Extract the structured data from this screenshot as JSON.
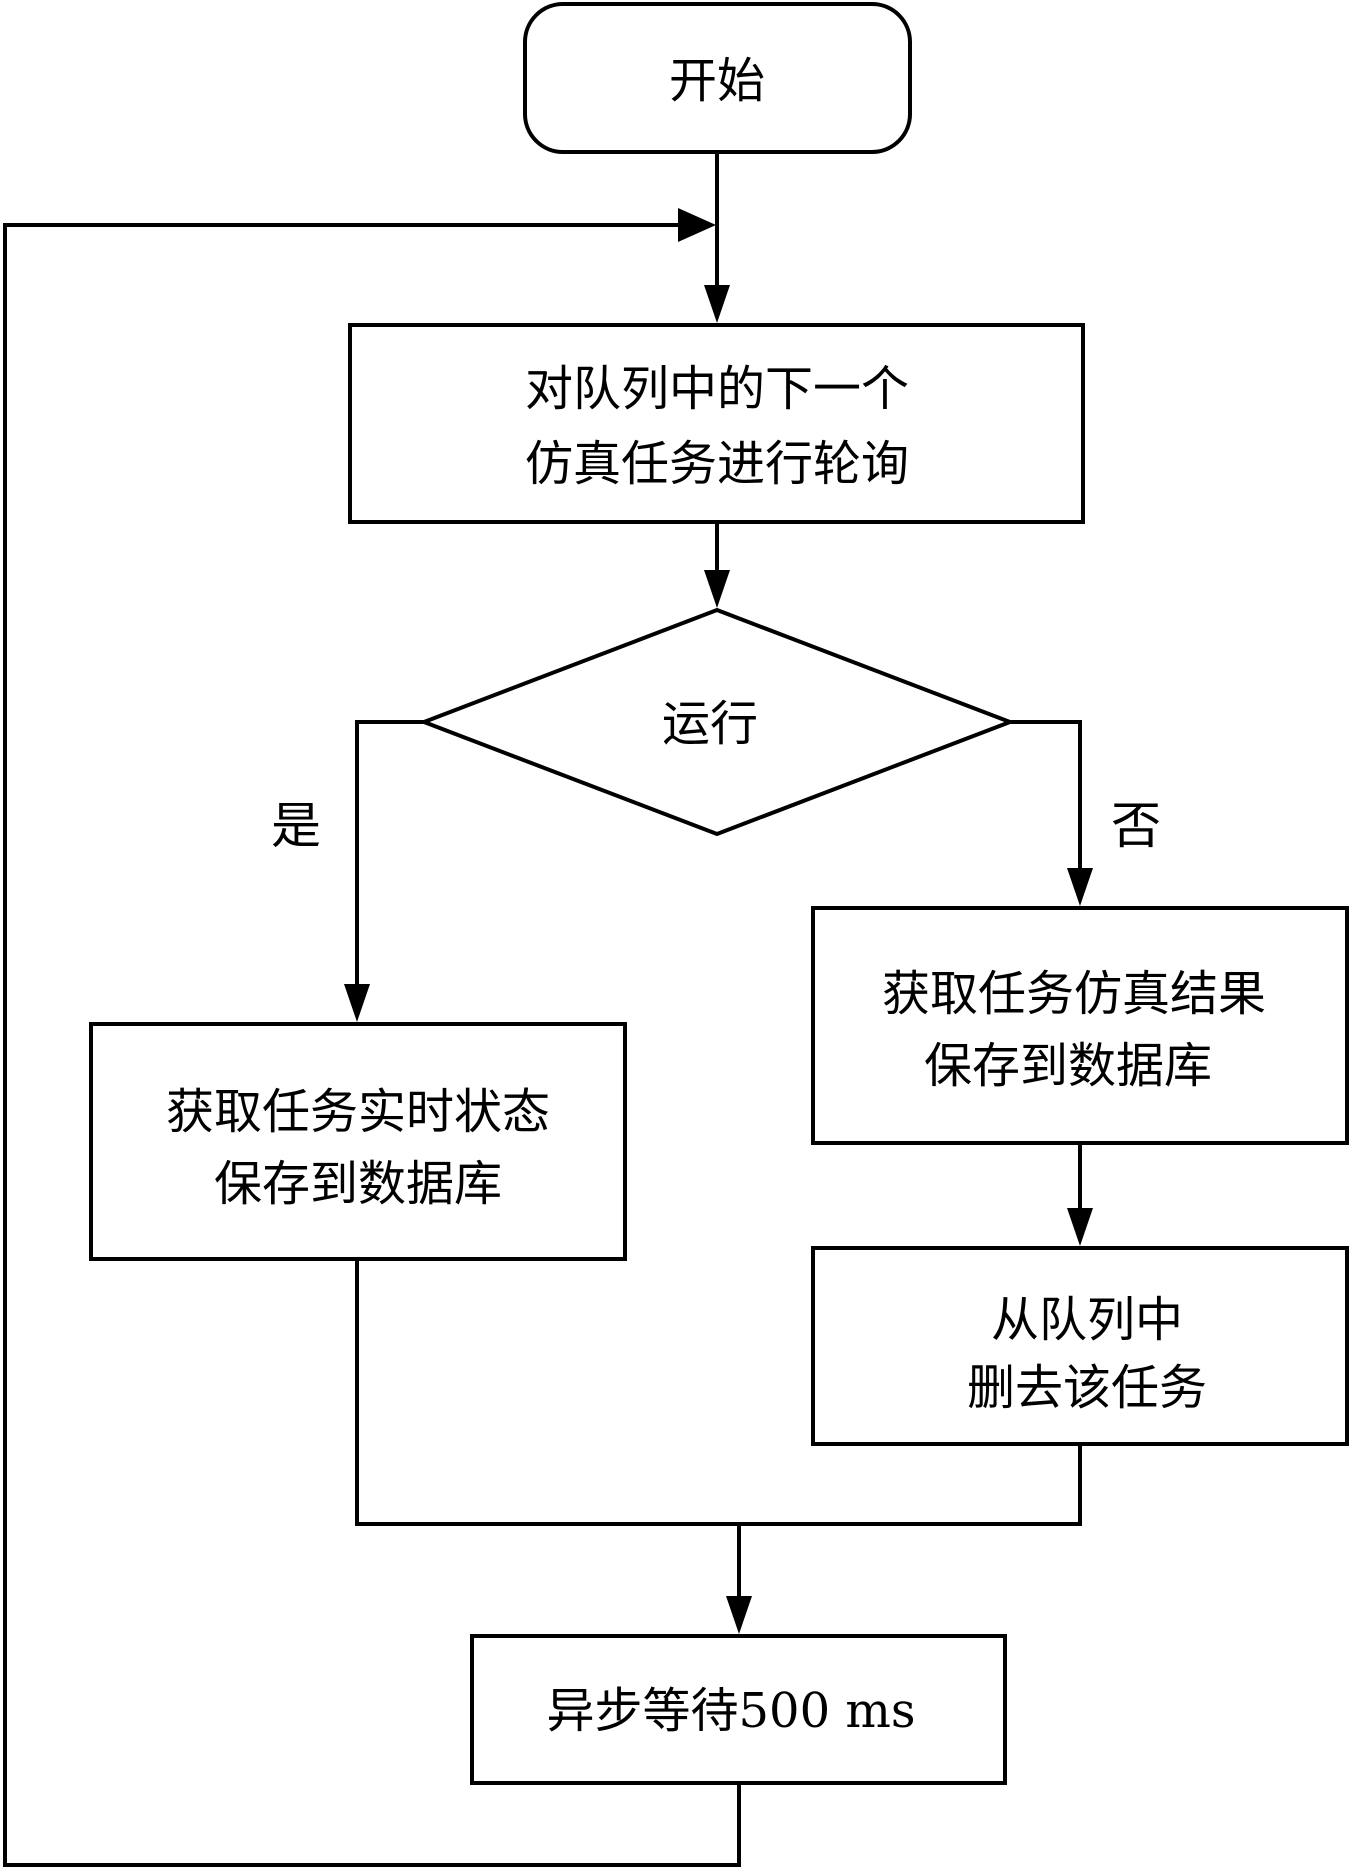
{
  "flowchart": {
    "start": {
      "label": "开始"
    },
    "poll": {
      "lines": [
        "对队列中的下一个",
        "仿真任务进行轮询"
      ]
    },
    "decision": {
      "label": "运行"
    },
    "branch_yes": {
      "label": "是"
    },
    "branch_no": {
      "label": "否"
    },
    "save_status": {
      "lines": [
        "获取任务实时状态",
        "保存到数据库"
      ]
    },
    "save_result": {
      "lines": [
        "获取任务仿真结果",
        "保存到数据库"
      ]
    },
    "remove_task": {
      "lines": [
        "从队列中",
        "删去该任务"
      ]
    },
    "wait": {
      "label": "异步等待500 ms"
    }
  }
}
